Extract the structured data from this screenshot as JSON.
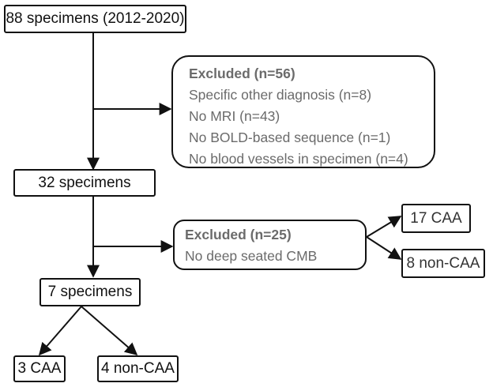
{
  "flow": {
    "start": "88 specimens (2012-2020)",
    "excluded1": {
      "title": "Excluded (n=56)",
      "items": [
        "Specific other diagnosis (n=8)",
        "No MRI (n=43)",
        "No BOLD-based sequence (n=1)",
        "No blood vessels in specimen (n=4)"
      ]
    },
    "mid": "32 specimens",
    "excluded2": {
      "title": "Excluded (n=25)",
      "items": [
        "No deep seated CMB"
      ]
    },
    "excl2_split": {
      "left": "17 CAA",
      "right": "8 non-CAA"
    },
    "final": "7 specimens",
    "final_split": {
      "left": "3 CAA",
      "right": "4 non-CAA"
    }
  }
}
